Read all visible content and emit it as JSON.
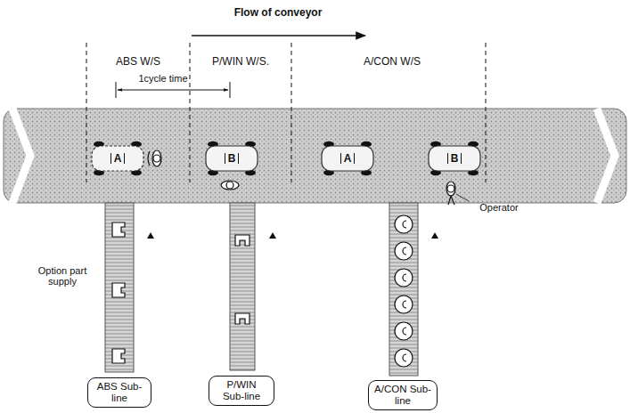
{
  "diagram": {
    "nodes": [
      {
        "text": [
          "A"
        ]
      },
      {
        "text": [
          "B"
        ]
      },
      {
        "text": [
          "A"
        ]
      },
      {
        "text": [
          "B"
        ]
      },
      {
        "text": [
          "ABS Sub-line"
        ]
      },
      {
        "text": [
          "P/WIN Sub-line"
        ]
      },
      {
        "text": [
          "A/CON Sub-line"
        ]
      }
    ],
    "labels": [
      "Flow of conveyor",
      "ABS W/S",
      "P/WIN W/S.",
      "A/CON W/S",
      "1cycle time",
      "Option part supply",
      "Operator"
    ]
  }
}
